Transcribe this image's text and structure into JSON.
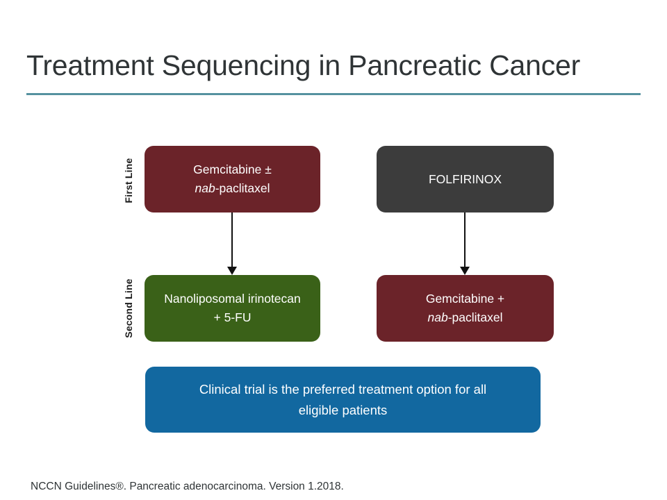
{
  "slide": {
    "title": "Treatment Sequencing in Pancreatic Cancer",
    "footer": "NCCN Guidelines®. Pancreatic adenocarcinoma. Version 1.2018.",
    "rule_color": "#55919f",
    "background": "#ffffff"
  },
  "row_labels": {
    "first_line": "First Line",
    "second_line": "Second Line"
  },
  "boxes": {
    "first_line_left": {
      "line1": "Gemcitabine ±",
      "line2_italic": "nab",
      "line2_rest": "-paclitaxel",
      "color": "#6b2329"
    },
    "first_line_right": {
      "line1": "FOLFIRINOX",
      "color": "#3c3c3c"
    },
    "second_line_left": {
      "line1": "Nanoliposomal irinotecan",
      "line2": "+ 5-FU",
      "color": "#3a6118"
    },
    "second_line_right": {
      "line1": "Gemcitabine +",
      "line2_italic": "nab",
      "line2_rest": "-paclitaxel",
      "color": "#6b2329"
    },
    "clinical_trial": {
      "line1": "Clinical trial is the preferred treatment option for all",
      "line2": "eligible patients",
      "color": "#1268a0"
    }
  },
  "arrows": {
    "left_label": "leads-to",
    "right_label": "leads-to",
    "color": "#111111"
  }
}
